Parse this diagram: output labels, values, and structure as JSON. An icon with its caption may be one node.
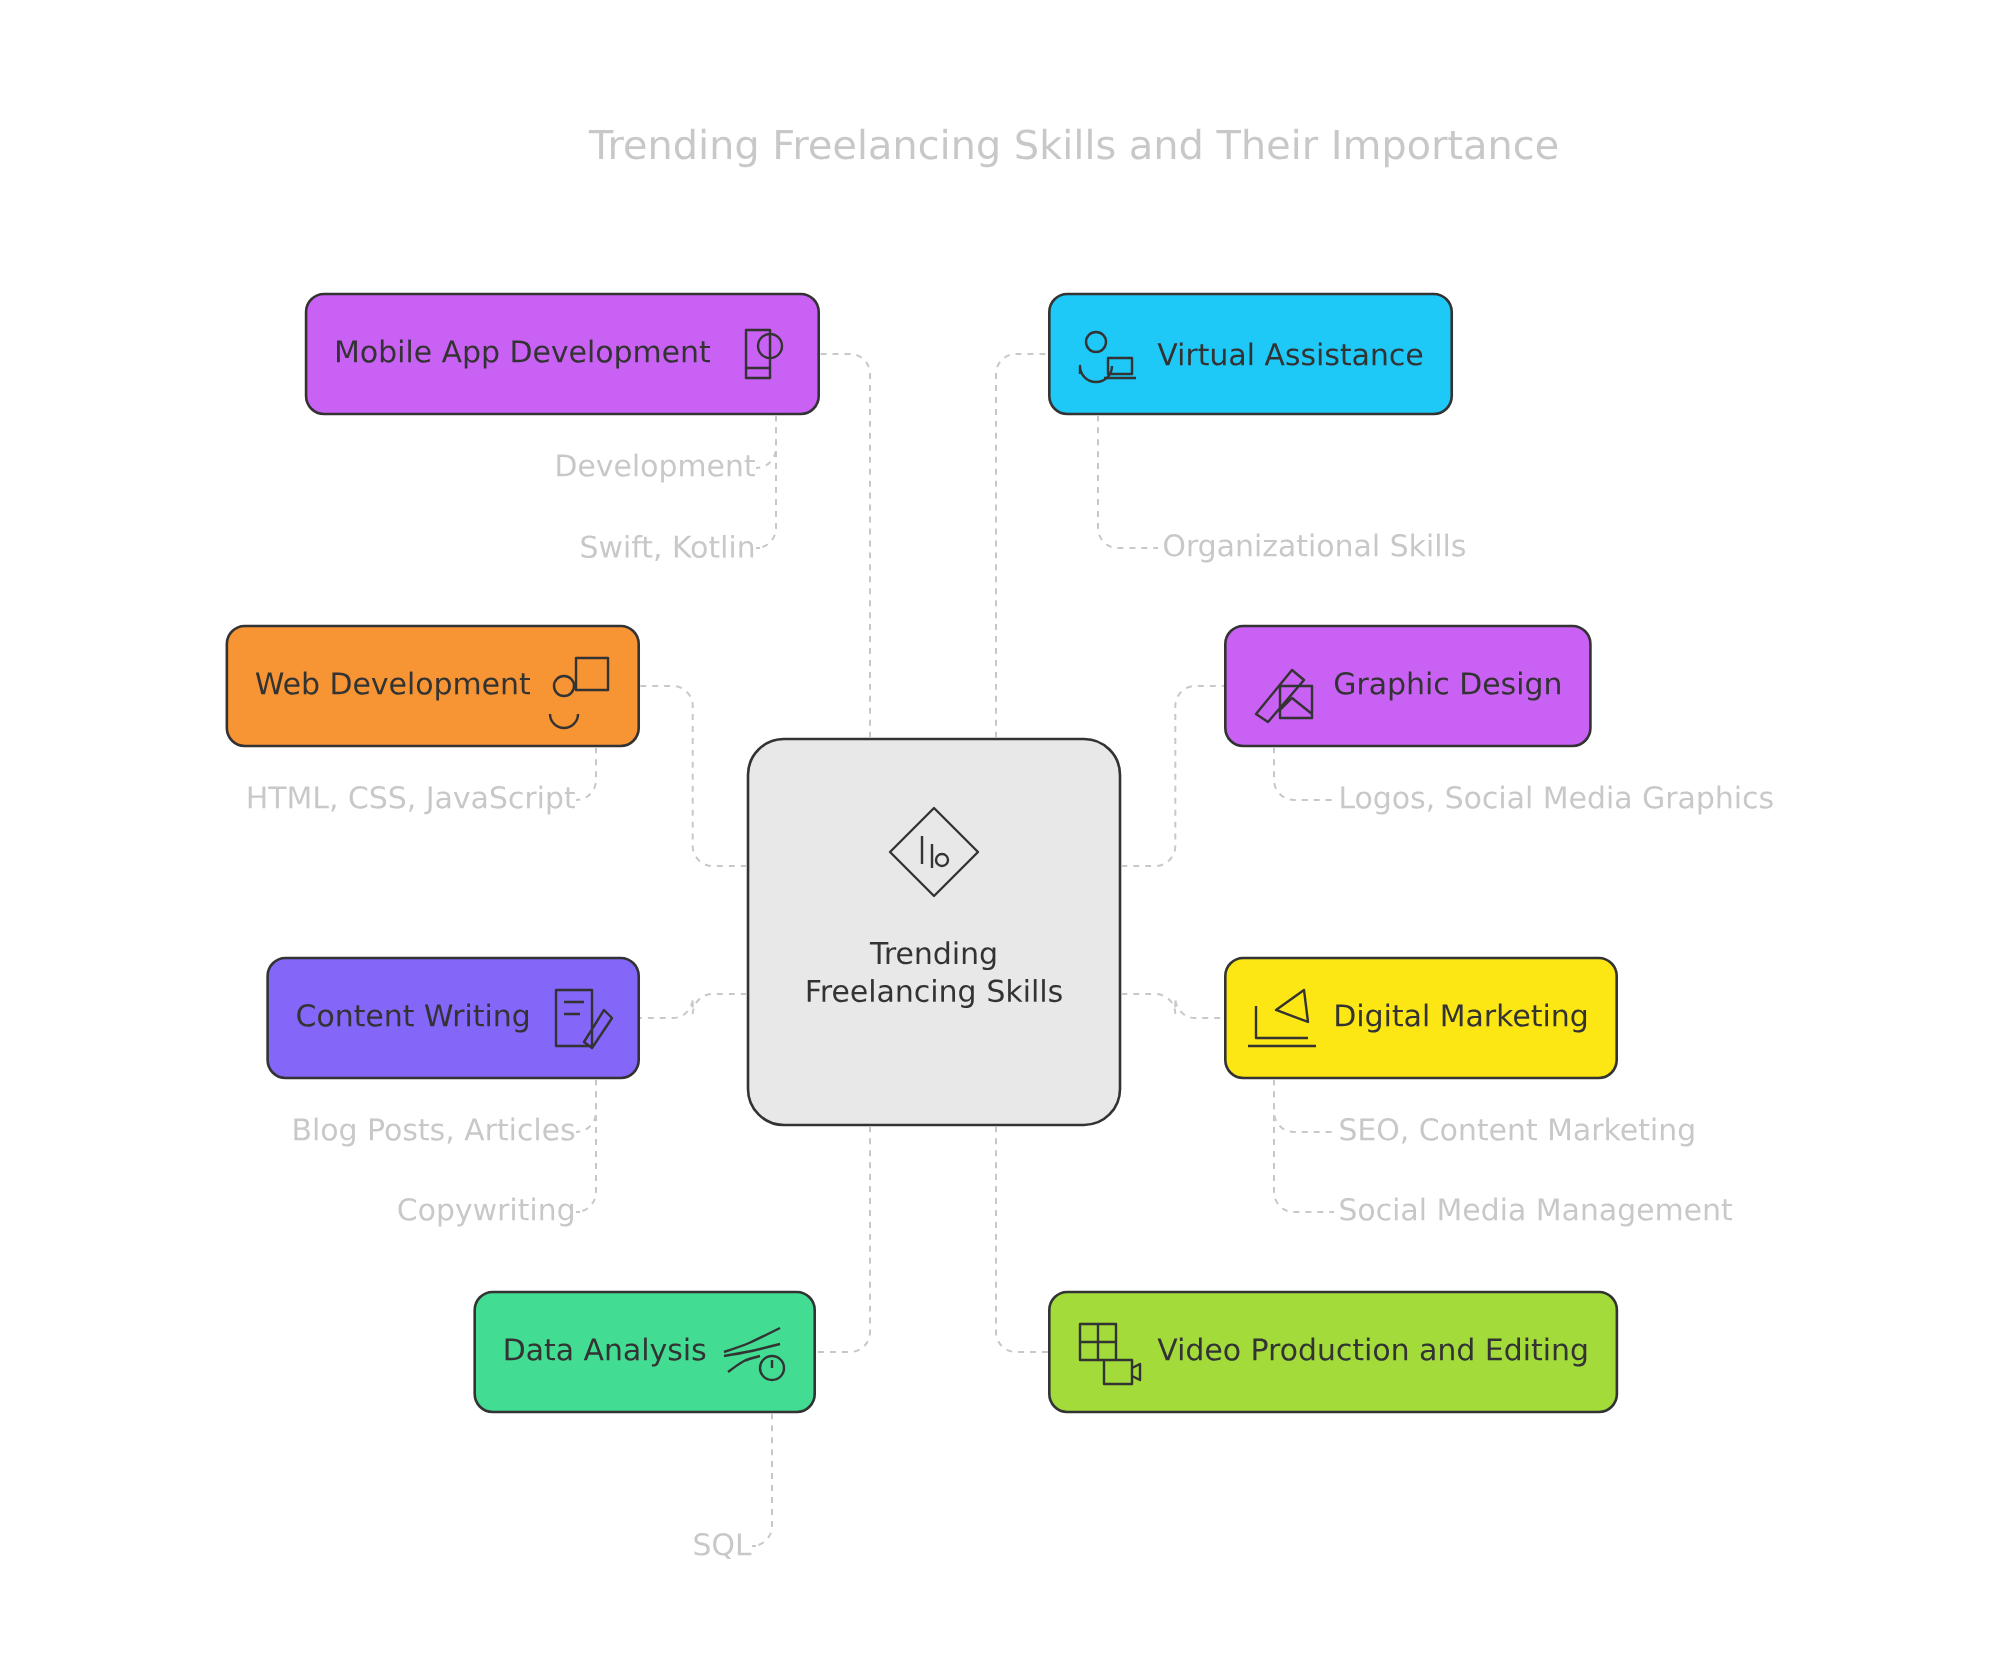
{
  "diagram": {
    "title": "Trending Freelancing Skills and Their Importance",
    "nodes": [
      {
        "text": [
          "Trending Freelancing Skills"
        ]
      },
      {
        "text": [
          "Mobile App Development"
        ]
      },
      {
        "text": [
          "Development"
        ]
      },
      {
        "text": [
          "Swift, Kotlin"
        ]
      },
      {
        "text": [
          "Virtual Assistance"
        ]
      },
      {
        "text": [
          "Organizational Skills"
        ]
      },
      {
        "text": [
          "Web Development"
        ]
      },
      {
        "text": [
          "HTML, CSS, JavaScript"
        ]
      },
      {
        "text": [
          "Graphic Design"
        ]
      },
      {
        "text": [
          "Logos, Social Media Graphics"
        ]
      },
      {
        "text": [
          "Content Writing"
        ]
      },
      {
        "text": [
          "Blog Posts, Articles"
        ]
      },
      {
        "text": [
          "Copywriting"
        ]
      },
      {
        "text": [
          "Digital Marketing"
        ]
      },
      {
        "text": [
          "SEO, Content Marketing"
        ]
      },
      {
        "text": [
          "Social Media Management"
        ]
      },
      {
        "text": [
          "Data Analysis"
        ]
      },
      {
        "text": [
          "SQL"
        ]
      },
      {
        "text": [
          "Video Production and Editing"
        ]
      }
    ],
    "edges": [
      {
        "from": 0,
        "to": 1,
        "arrow": "none"
      },
      {
        "from": 0,
        "to": 4,
        "arrow": "none"
      },
      {
        "from": 0,
        "to": 6,
        "arrow": "none"
      },
      {
        "from": 0,
        "to": 8,
        "arrow": "none"
      },
      {
        "from": 0,
        "to": 10,
        "arrow": "none"
      },
      {
        "from": 0,
        "to": 13,
        "arrow": "none"
      },
      {
        "from": 0,
        "to": 16,
        "arrow": "none"
      },
      {
        "from": 0,
        "to": 18,
        "arrow": "none"
      },
      {
        "from": 1,
        "to": 2,
        "arrow": "none"
      },
      {
        "from": 1,
        "to": 3,
        "arrow": "none"
      },
      {
        "from": 4,
        "to": 5,
        "arrow": "none"
      },
      {
        "from": 6,
        "to": 7,
        "arrow": "none"
      },
      {
        "from": 8,
        "to": 9,
        "arrow": "none"
      },
      {
        "from": 10,
        "to": 11,
        "arrow": "none"
      },
      {
        "from": 10,
        "to": 12,
        "arrow": "none"
      },
      {
        "from": 13,
        "to": 14,
        "arrow": "none"
      },
      {
        "from": 13,
        "to": 15,
        "arrow": "none"
      },
      {
        "from": 16,
        "to": 17,
        "arrow": "none"
      }
    ]
  }
}
